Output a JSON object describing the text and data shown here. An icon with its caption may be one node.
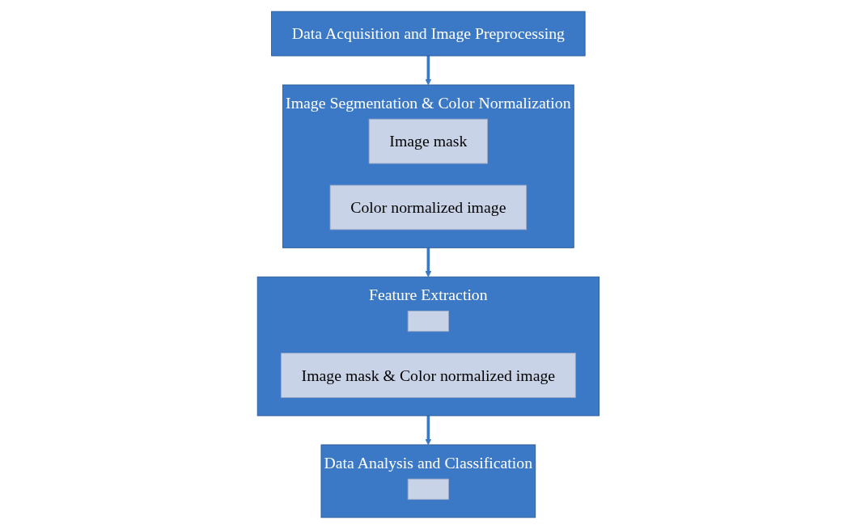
{
  "diagram": {
    "nodes": [
      {
        "text": [
          "Data Acquisition and Image Preprocessing"
        ]
      },
      {
        "text": [
          "Image Segmentation & Color Normalization"
        ]
      },
      {
        "text": [
          "Image mask"
        ],
        "in": 1
      },
      {
        "text": [
          "Color normalized image"
        ],
        "in": 1
      },
      {
        "text": [
          "Feature Extraction"
        ]
      },
      {
        "text": [],
        "shape": "box",
        "in": 4
      },
      {
        "text": [
          "Image mask & Color normalized image"
        ],
        "in": 4
      },
      {
        "text": [
          "Data Analysis and Classification"
        ]
      },
      {
        "text": [],
        "shape": "box",
        "in": 7
      }
    ],
    "edges": [
      {
        "from": 0,
        "to": 1,
        "arrow": "to"
      },
      {
        "from": 1,
        "to": 4,
        "arrow": "to"
      },
      {
        "from": 4,
        "to": 7,
        "arrow": "to"
      }
    ]
  }
}
